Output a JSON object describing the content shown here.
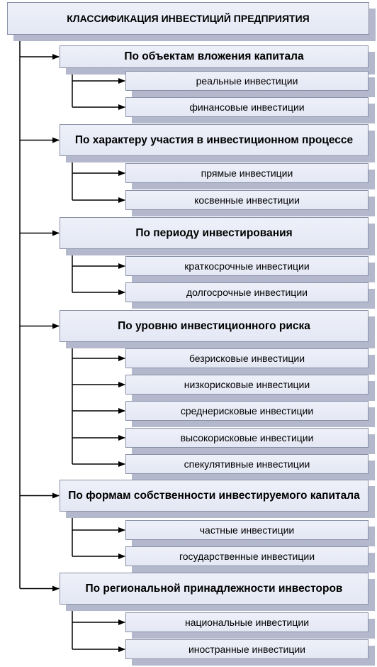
{
  "title": "КЛАССИФИКАЦИЯ ИНВЕСТИЦИЙ ПРЕДПРИЯТИЯ",
  "categories": [
    {
      "label": "По объектам вложения капитала",
      "items": [
        "реальные инвестиции",
        "финансовые инвестиции"
      ]
    },
    {
      "label": "По характеру участия в инвестиционном процессе",
      "items": [
        "прямые инвестиции",
        "косвенные инвестиции"
      ]
    },
    {
      "label": "По периоду инвестирования",
      "items": [
        "краткосрочные инвестиции",
        "долгосрочные инвестиции"
      ]
    },
    {
      "label": "По уровню инвестиционного риска",
      "items": [
        "безрисковые инвестиции",
        "низкорисковые инвестиции",
        "среднерисковые инвестиции",
        "высокорисковые инвестиции",
        "спекулятивные инвестиции"
      ]
    },
    {
      "label": "По формам собственности  инвестируемого капитала",
      "items": [
        "частные инвестиции",
        "государственные инвестиции"
      ]
    },
    {
      "label": "По региональной принадлежности инвесторов",
      "items": [
        "национальные инвестиции",
        "иностранные инвестиции"
      ]
    }
  ]
}
